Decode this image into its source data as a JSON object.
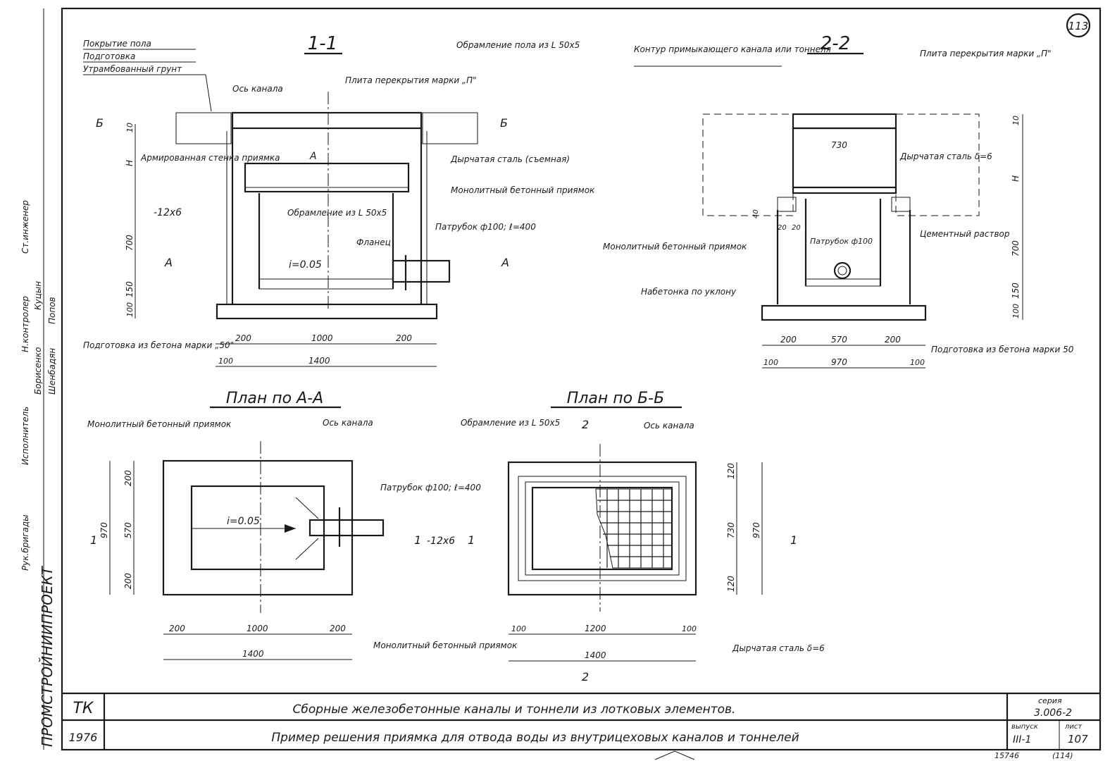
{
  "page": {
    "sheet_number_circle": "113",
    "stamp_bottom_left": "15746",
    "stamp_bottom_right": "(114)"
  },
  "side_strip": {
    "org": "ПРОМСТРОЙНИИПРОЕКТ",
    "roles": [
      "Рук.бригады",
      "Исполнитель",
      "Н.контролер",
      "Ст.инженер"
    ],
    "names": [
      "Борисенко",
      "Шенбадян",
      "Попов",
      "Куцын"
    ]
  },
  "section_1_1": {
    "title": "1-1",
    "layers": [
      "Покрытие пола",
      "Подготовка",
      "Утрамбованный грунт"
    ],
    "labels": {
      "axis": "Ось канала",
      "slab": "Плита перекрытия марки „П\"",
      "framing_top": "Обрамление пола из L 50x5",
      "wall": "Армированная стенка приямка",
      "perforated": "Дырчатая сталь (съемная)",
      "pit": "Монолитный бетонный приямок",
      "framing": "Обрамление из L 50x5",
      "flange": "Фланец",
      "pipe": "Патрубок ф100; ℓ=400",
      "slope": "i=0.05",
      "strip": "-12x6",
      "base": "Подготовка из бетона марки „50\"",
      "width_A": "А",
      "mark_B_left": "Б",
      "mark_B_right": "Б",
      "mark_A_left": "А",
      "mark_A_right": "А"
    },
    "dims_vertical": [
      "10",
      "Н",
      "700",
      "150",
      "100"
    ],
    "dims_horizontal": [
      "200",
      "1000",
      "200",
      "100",
      "1400"
    ]
  },
  "section_2_2": {
    "title": "2-2",
    "labels": {
      "contour": "Контур примыкающего канала или тоннеля",
      "slab": "Плита перекрытия марки „П\"",
      "perforated": "Дырчатая сталь δ=6",
      "mortar": "Цементный раствор",
      "pit": "Монолитный бетонный приямок",
      "pipe": "Патрубок ф100",
      "filling": "Набетонка по уклону",
      "base": "Подготовка из бетона марки 50",
      "inner_width": "730",
      "small_20a": "20",
      "small_20b": "20",
      "small_40": "40"
    },
    "dims_vertical": [
      "10",
      "Н",
      "700",
      "150",
      "100"
    ],
    "dims_horizontal": [
      "200",
      "570",
      "200",
      "100",
      "970",
      "100"
    ]
  },
  "plan_A_A": {
    "title": "План по А-А",
    "labels": {
      "pit": "Монолитный бетонный приямок",
      "axis": "Ось канала",
      "pipe": "Патрубок ф100; ℓ=400",
      "slope": "i=0.05",
      "cut_left": "1",
      "cut_right": "1"
    },
    "dims_vertical": [
      "200",
      "570",
      "200",
      "970"
    ],
    "dims_horizontal": [
      "200",
      "1000",
      "200",
      "1400"
    ]
  },
  "plan_B_B": {
    "title": "План по Б-Б",
    "labels": {
      "framing": "Обрамление из L 50x5",
      "axis": "Ось канала",
      "strip": "-12x6",
      "pit": "Монолитный бетонный приямок",
      "perforated": "Дырчатая сталь δ=6",
      "cut_top": "2",
      "cut_bottom": "2",
      "cut_left": "1",
      "cut_right": "1"
    },
    "dims_vertical": [
      "120",
      "730",
      "120",
      "970"
    ],
    "dims_horizontal": [
      "100",
      "1200",
      "100",
      "1400"
    ]
  },
  "title_block": {
    "code": "ТК",
    "year": "1976",
    "title_main": "Сборные железобетонные каналы и тоннели из лотковых элементов.",
    "title_sub": "Пример решения приямка для отвода воды из внутрицеховых каналов и тоннелей",
    "series_label": "серия",
    "series_value": "3.006-2",
    "issue_label": "выпуск",
    "issue_value": "III-1",
    "sheet_label": "лист",
    "sheet_value": "107"
  }
}
